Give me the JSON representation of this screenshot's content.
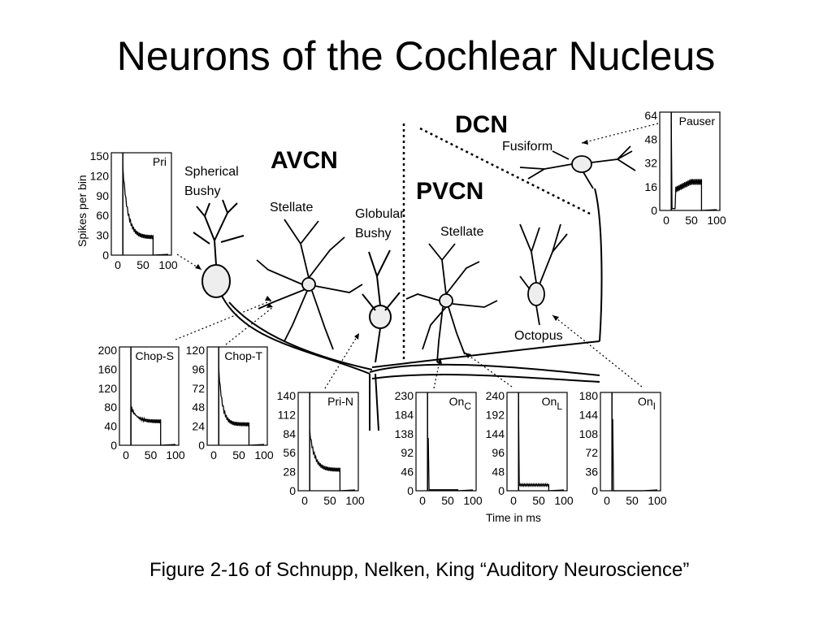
{
  "slide": {
    "title": "Neurons of the Cochlear Nucleus",
    "caption": "Figure 2-16 of Schnupp, Nelken, King “Auditory Neuroscience”"
  },
  "regions": {
    "avcn": "AVCN",
    "pvcn": "PVCN",
    "dcn": "DCN"
  },
  "cell_labels": {
    "spherical": "Spherical",
    "bushy_1": "Bushy",
    "stellate_avcn": "Stellate",
    "globular": "Globular",
    "bushy_2": "Bushy",
    "stellate_pvcn": "Stellate",
    "octopus": "Octopus",
    "fusiform": "Fusiform"
  },
  "axis_labels": {
    "y": "Spikes per bin",
    "x": "Time in ms"
  },
  "psth": [
    {
      "name": "Pri",
      "yticks": [
        "150",
        "120",
        "90",
        "60",
        "30",
        "0"
      ],
      "xticks": [
        "0",
        "50",
        "100"
      ]
    },
    {
      "name": "Chop-S",
      "yticks": [
        "200",
        "160",
        "120",
        "80",
        "40",
        "0"
      ],
      "xticks": [
        "0",
        "50",
        "100"
      ]
    },
    {
      "name": "Chop-T",
      "yticks": [
        "120",
        "96",
        "72",
        "48",
        "24",
        "0"
      ],
      "xticks": [
        "0",
        "50",
        "100"
      ]
    },
    {
      "name": "Pri-N",
      "yticks": [
        "140",
        "112",
        "84",
        "56",
        "28",
        "0"
      ],
      "xticks": [
        "0",
        "50",
        "100"
      ]
    },
    {
      "name": "On",
      "sub": "C",
      "yticks": [
        "230",
        "184",
        "138",
        "92",
        "46",
        "0"
      ],
      "xticks": [
        "0",
        "50",
        "100"
      ]
    },
    {
      "name": "On",
      "sub": "L",
      "yticks": [
        "240",
        "192",
        "144",
        "96",
        "48",
        "0"
      ],
      "xticks": [
        "0",
        "50",
        "100"
      ]
    },
    {
      "name": "On",
      "sub": "I",
      "yticks": [
        "180",
        "144",
        "108",
        "72",
        "36",
        "0"
      ],
      "xticks": [
        "0",
        "50",
        "100"
      ]
    },
    {
      "name": "Pauser",
      "yticks": [
        "64",
        "48",
        "32",
        "16",
        "0"
      ],
      "xticks": [
        "0",
        "50",
        "100"
      ]
    }
  ]
}
